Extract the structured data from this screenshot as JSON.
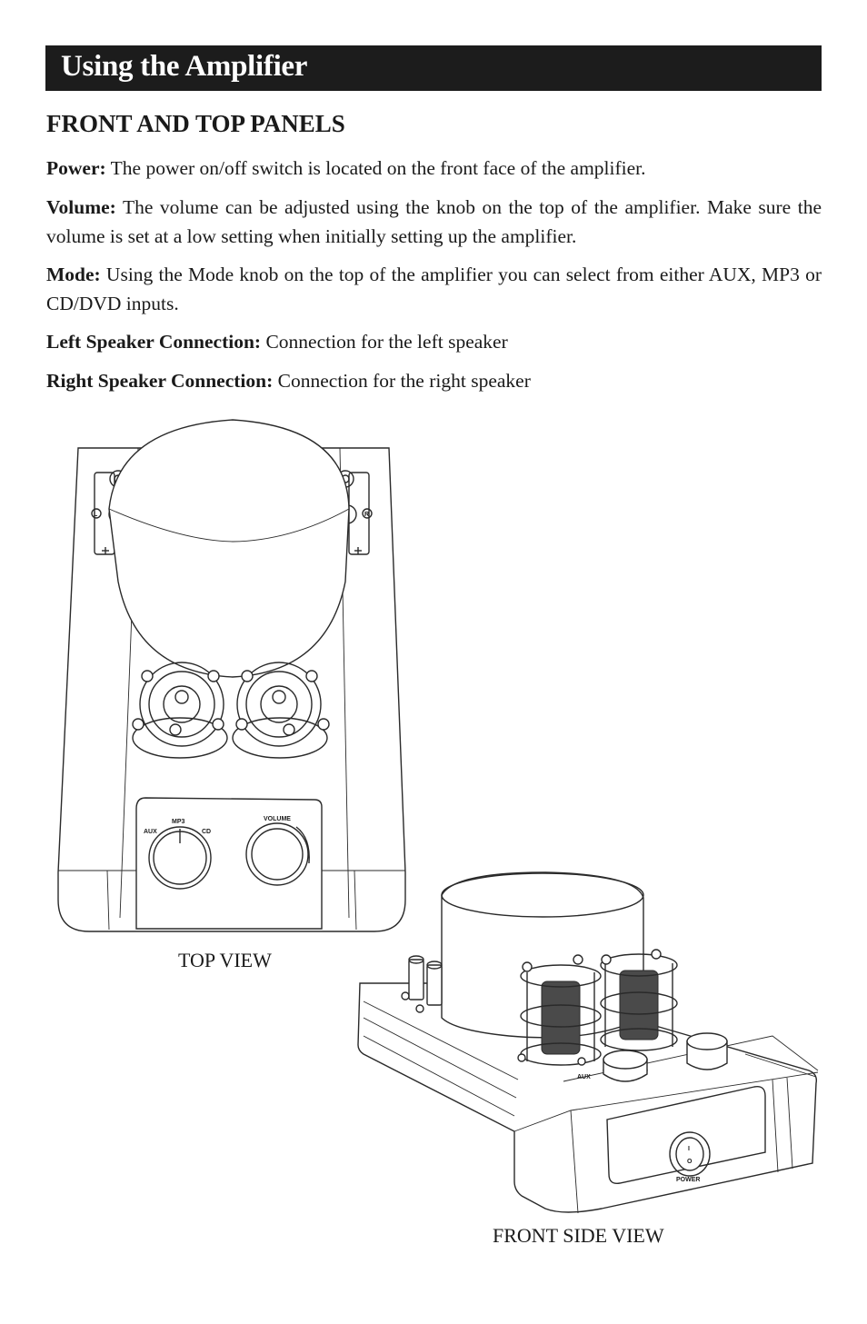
{
  "header": {
    "title": "Using the Amplifier"
  },
  "section": {
    "title": "FRONT AND TOP PANELS"
  },
  "paragraphs": [
    {
      "label": "Power:",
      "text": " The power on/off switch is located on the front face of the amplifier."
    },
    {
      "label": "Volume:",
      "text": " The volume can be adjusted using the knob on the top of the amplifier. Make sure the volume is set at a low setting when initially setting up the amplifier."
    },
    {
      "label": "Mode:",
      "text": " Using the Mode knob on the top of the amplifier you can select from either AUX, MP3 or CD/DVD inputs."
    },
    {
      "label": "Left Speaker Connection:",
      "text": " Connection for the left speaker"
    },
    {
      "label": "Right Speaker Connection:",
      "text": " Connection for the right speaker"
    }
  ],
  "figures": {
    "top_view_caption": "TOP VIEW",
    "front_view_caption": "FRONT SIDE VIEW",
    "top_labels": {
      "left": "L",
      "right": "R",
      "aux": "AUX",
      "mp3": "MP3",
      "cd": "CD",
      "volume": "VOLUME"
    },
    "front_labels": {
      "aux": "AUX",
      "power": "POWER",
      "switch_on": "I",
      "switch_off": "O"
    }
  }
}
